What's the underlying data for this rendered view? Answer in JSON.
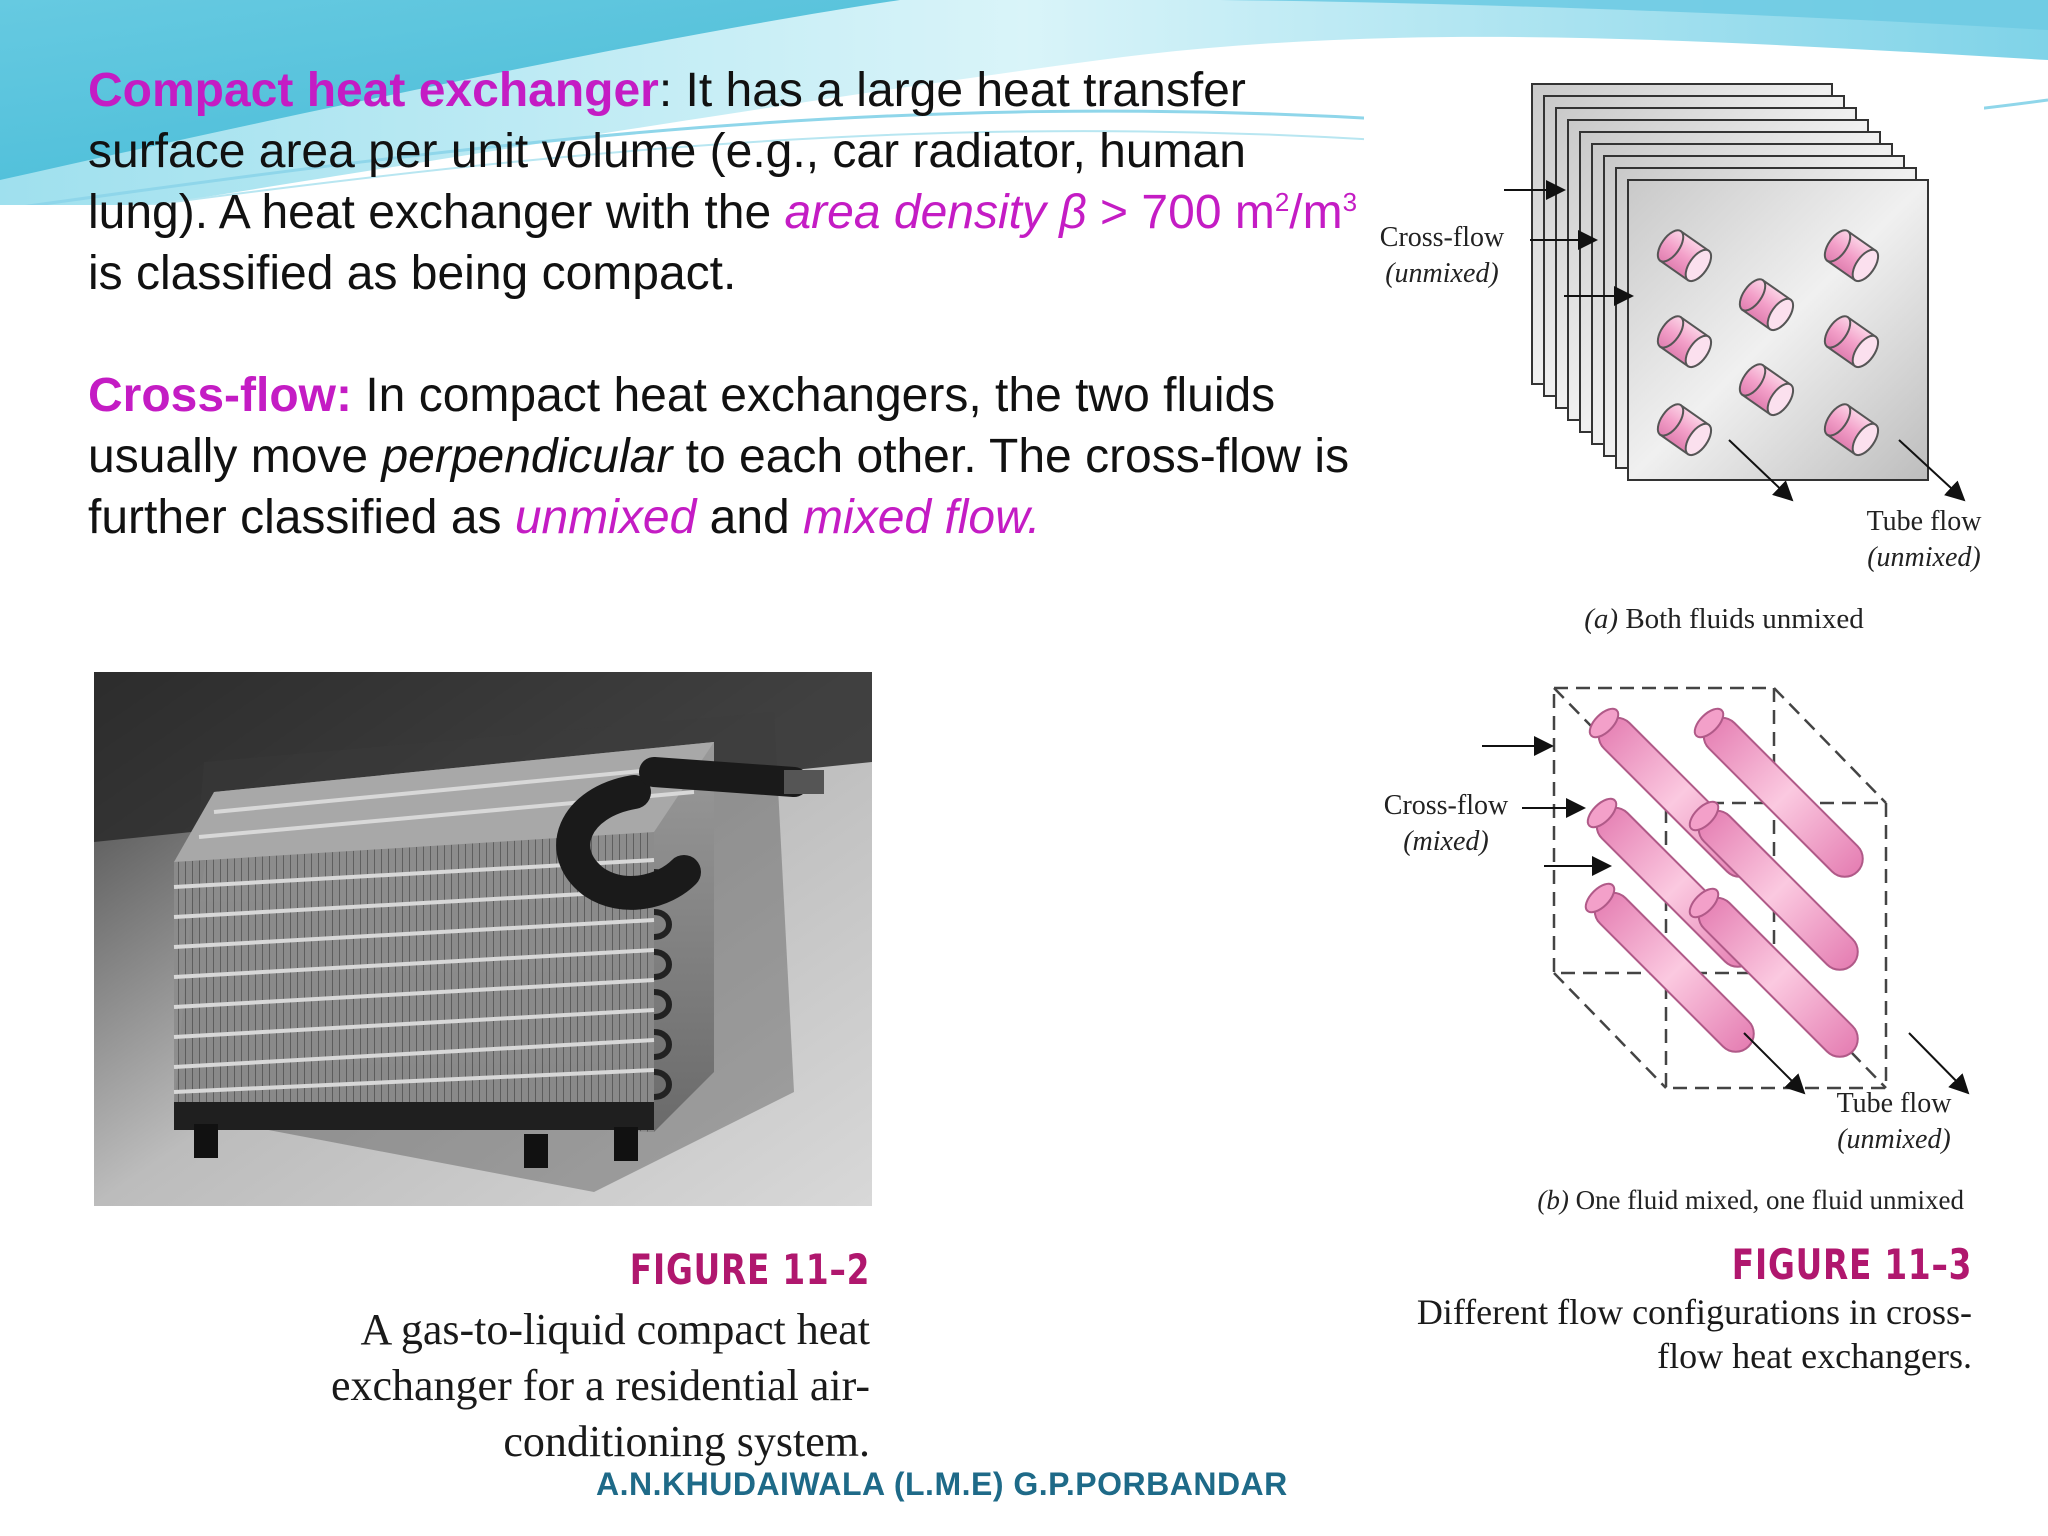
{
  "text": {
    "p1_term": "Compact heat exchanger",
    "p1_a": ": It has a large heat transfer surface area per unit volume (e.g., car radiator, human lung). A heat exchanger with the ",
    "p1_area": "area density ",
    "p1_beta": "β",
    "p1_gt": " > 700 m",
    "p1_sup2": "2",
    "p1_m": "/m",
    "p1_sup3": "3",
    "p1_b": " is classified as being compact.",
    "p2_term": "Cross-flow:",
    "p2_a": " In compact heat exchangers, the two fluids usually move ",
    "p2_perp": "perpendicular",
    "p2_b": " to each other. The cross-flow is further classified as ",
    "p2_unmixed": "unmixed",
    "p2_and": " and ",
    "p2_mixed": "mixed flow."
  },
  "figure_11_2": {
    "label": "FIGURE 11–2",
    "caption": "A gas-to-liquid compact heat exchanger for a residential air-conditioning system."
  },
  "figure_11_3": {
    "label": "FIGURE 11–3",
    "caption": "Different flow configurations in cross-flow heat exchangers.",
    "a": {
      "cross_flow": "Cross-flow",
      "cross_flow_mode": "(unmixed)",
      "tube_flow": "Tube flow",
      "tube_flow_mode": "(unmixed)",
      "sub_tag": "(a)",
      "sub_caption": " Both fluids unmixed"
    },
    "b": {
      "cross_flow": "Cross-flow",
      "cross_flow_mode": "(mixed)",
      "tube_flow": "Tube flow",
      "tube_flow_mode": "(unmixed)",
      "sub_tag": "(b)",
      "sub_caption": " One fluid mixed, one fluid unmixed"
    }
  },
  "footer": "A.N.KHUDAIWALA  (L.M.E) G.P.PORBANDAR",
  "colors": {
    "accent_magenta": "#c41cc4",
    "figure_label": "#b0176e",
    "footer_blue": "#1e6a88",
    "wave_light": "#bfe9f2",
    "wave_mid": "#7fd3e8",
    "wave_dark": "#2fb1d0",
    "tube_pink": "#f3a0c9"
  }
}
